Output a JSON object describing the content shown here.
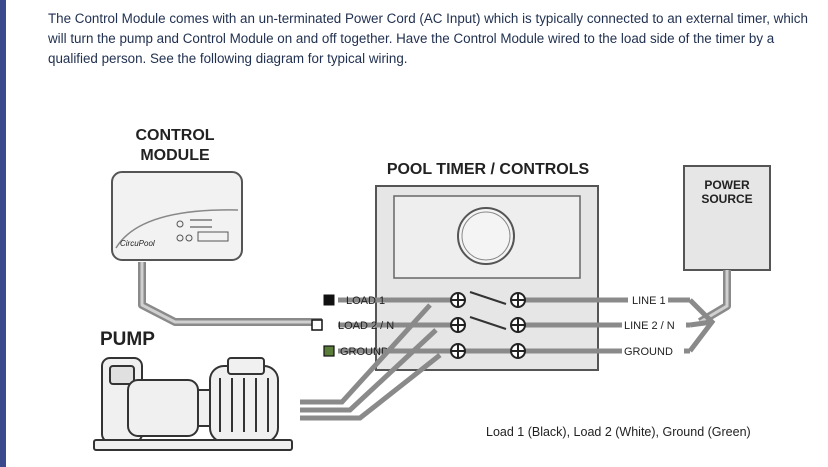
{
  "intro_text": "The Control Module comes with an un-terminated Power Cord (AC Input) which is typically connected to an external timer, which will turn the pump and Control Module on and off together. Have the Control Module wired to the load side of the timer by a qualified person.  See the following diagram for typical wiring.",
  "diagram": {
    "control_module_label_1": "CONTROL",
    "control_module_label_2": "MODULE",
    "device_brand": "CircuPool",
    "pool_timer_label": "POOL TIMER / CONTROLS",
    "power_source_label_1": "POWER",
    "power_source_label_2": "SOURCE",
    "pump_label": "PUMP",
    "terminals_left": [
      "LOAD 1",
      "LOAD 2 / N",
      "GROUND"
    ],
    "terminals_right": [
      "LINE 1",
      "LINE 2 / N",
      "GROUND"
    ],
    "colors": {
      "load1": "#111111",
      "load2": "#ffffff",
      "ground": "#5a7d3a",
      "wire": "#8a8a8a",
      "box": "#e6e6e6"
    }
  },
  "caption": "Load 1 (Black), Load 2 (White), Ground (Green)"
}
